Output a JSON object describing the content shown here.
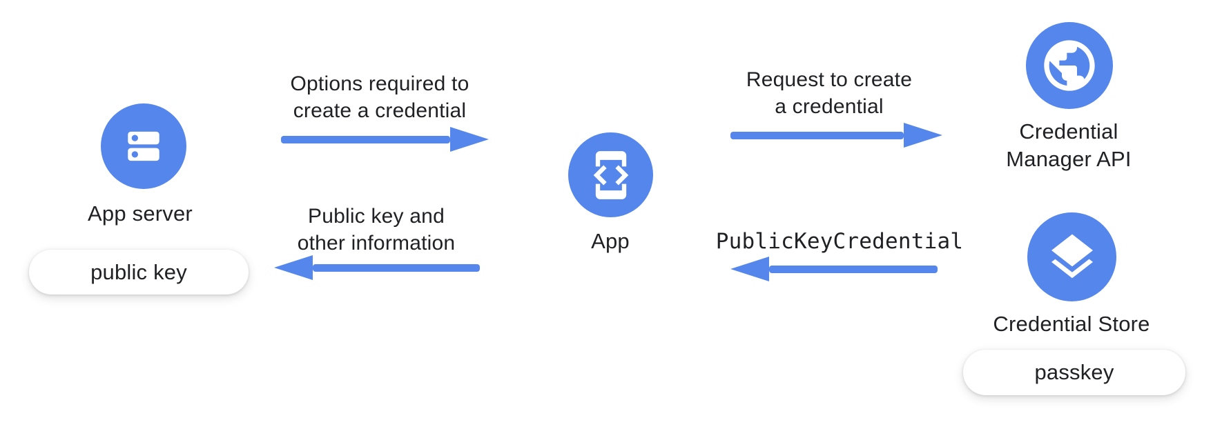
{
  "accent": "#5586EC",
  "text_color": "#202124",
  "background": "#ffffff",
  "nodes": {
    "app_server": {
      "label": "App server",
      "icon": "server-icon",
      "badge": "public key"
    },
    "app": {
      "label": "App",
      "icon": "phone-code-icon"
    },
    "credential_manager_api": {
      "label_line1": "Credential",
      "label_line2": "Manager API",
      "icon": "globe-icon"
    },
    "credential_store": {
      "label": "Credential Store",
      "icon": "layers-icon",
      "badge": "passkey"
    }
  },
  "arrows": {
    "options": {
      "line1": "Options required to",
      "line2": "create a credential",
      "direction": "right"
    },
    "request": {
      "line1": "Request to create",
      "line2": "a credential",
      "direction": "right"
    },
    "public_key_info": {
      "line1": "Public key and",
      "line2": "other information",
      "direction": "left"
    },
    "public_key_credential": {
      "label": "PublicKeyCredential",
      "direction": "left"
    }
  }
}
